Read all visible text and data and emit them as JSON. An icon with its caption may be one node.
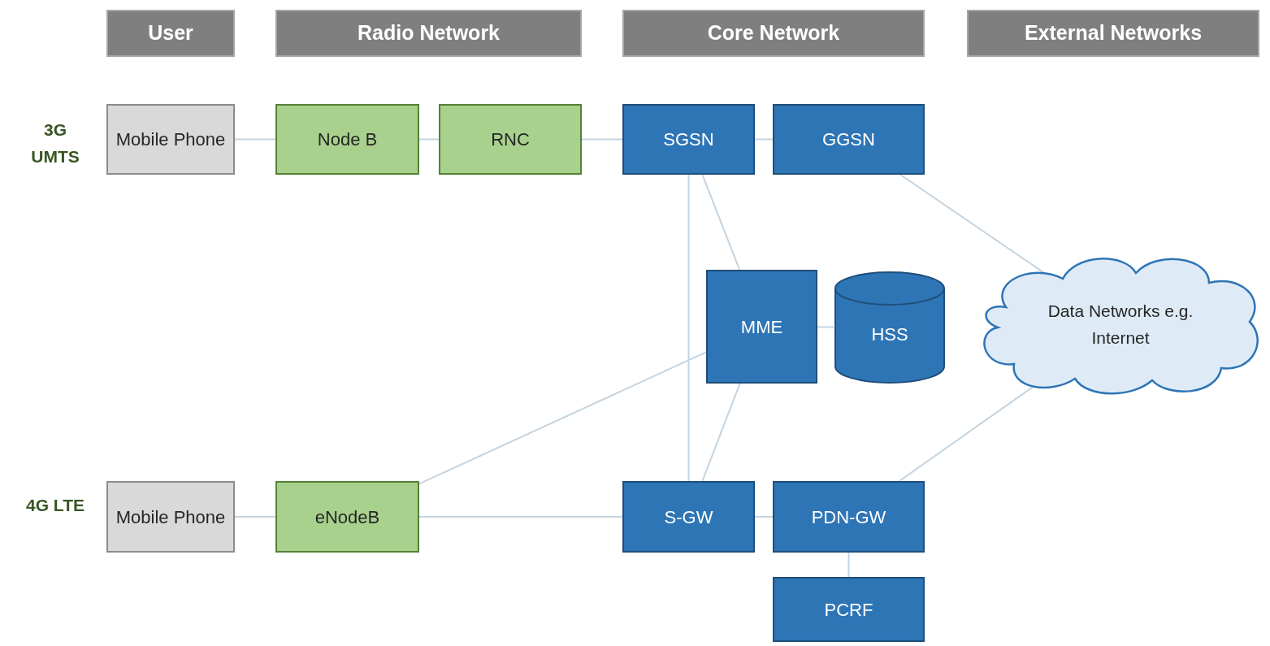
{
  "diagram": {
    "nodes": [
      {
        "text": [
          "User"
        ]
      },
      {
        "text": [
          "Radio Network"
        ]
      },
      {
        "text": [
          "Core Network"
        ]
      },
      {
        "text": [
          "External Networks"
        ]
      },
      {
        "text": [
          "Mobile Phone"
        ]
      },
      {
        "text": [
          "Node B"
        ]
      },
      {
        "text": [
          "RNC"
        ]
      },
      {
        "text": [
          "SGSN"
        ]
      },
      {
        "text": [
          "GGSN"
        ]
      },
      {
        "text": [
          "MME"
        ]
      },
      {
        "text": [
          "HSS"
        ]
      },
      {
        "text": [
          "Data Networks e.g. Internet"
        ]
      },
      {
        "text": [
          "Mobile Phone"
        ]
      },
      {
        "text": [
          "eNodeB"
        ]
      },
      {
        "text": [
          "S-GW"
        ]
      },
      {
        "text": [
          "PDN-GW"
        ]
      },
      {
        "text": [
          "PCRF"
        ]
      }
    ],
    "edges": [
      {
        "from": 4,
        "to": 5,
        "arrow": "none"
      },
      {
        "from": 5,
        "to": 6,
        "arrow": "none"
      },
      {
        "from": 6,
        "to": 7,
        "arrow": "none"
      },
      {
        "from": 7,
        "to": 8,
        "arrow": "none"
      },
      {
        "from": 8,
        "to": 11,
        "arrow": "none"
      },
      {
        "from": 7,
        "to": 14,
        "arrow": "none"
      },
      {
        "from": 7,
        "to": 9,
        "arrow": "none"
      },
      {
        "from": 9,
        "to": 10,
        "arrow": "none"
      },
      {
        "from": 9,
        "to": 13,
        "arrow": "none"
      },
      {
        "from": 9,
        "to": 14,
        "arrow": "none"
      },
      {
        "from": 12,
        "to": 13,
        "arrow": "none"
      },
      {
        "from": 13,
        "to": 14,
        "arrow": "none"
      },
      {
        "from": 14,
        "to": 15,
        "arrow": "none"
      },
      {
        "from": 15,
        "to": 11,
        "arrow": "none"
      },
      {
        "from": 15,
        "to": 16,
        "arrow": "none"
      }
    ],
    "labels": [
      "3G UMTS",
      "4G LTE"
    ]
  }
}
